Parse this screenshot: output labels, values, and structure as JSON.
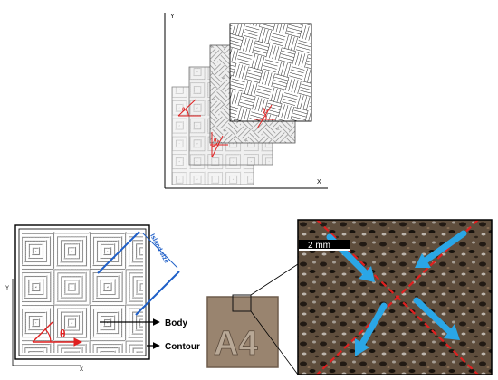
{
  "top_panel": {
    "axis_y": "Y",
    "axis_x": "X",
    "angle_labels": [
      "θ₁",
      "θ₂",
      "θ₃"
    ]
  },
  "schematic": {
    "axis_y": "Y",
    "axis_x": "X",
    "island_size_label": "Island size",
    "theta_label": "θ",
    "body_label": "Body",
    "contour_label": "Contour"
  },
  "specimen": {
    "engraving": "A4"
  },
  "micrograph": {
    "scale_bar_label": "2 mm"
  },
  "colors": {
    "annotation_red": "#e02020",
    "island_blue": "#1f5fc8",
    "arrow_cyan": "#2aa6e6"
  }
}
